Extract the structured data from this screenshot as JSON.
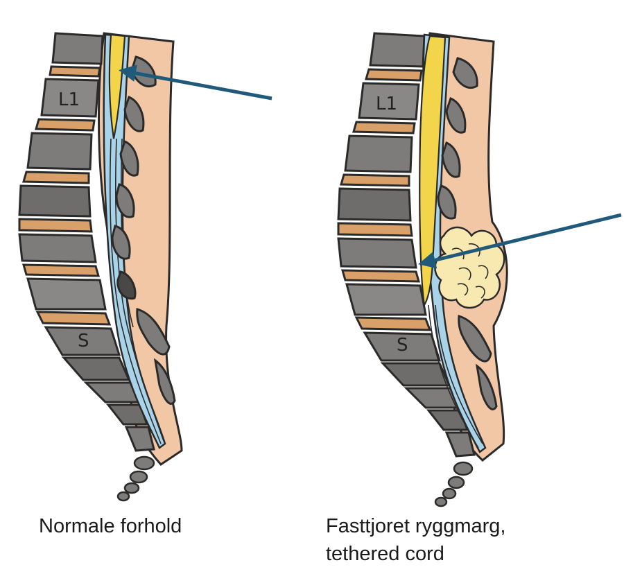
{
  "panels": [
    {
      "caption_lines": [
        "Normale forhold"
      ],
      "vertebra_labels": {
        "lumbar": "L1",
        "sacral": "S"
      }
    },
    {
      "caption_lines": [
        "Fasttjoret ryggmarg,",
        "tethered cord"
      ],
      "vertebra_labels": {
        "lumbar": "L1",
        "sacral": "S"
      }
    }
  ],
  "colors": {
    "bone": "#7d7c7a",
    "bone_dark": "#5e5c5a",
    "disc": "#d9a06a",
    "soft_tissue": "#f1c7a6",
    "csf": "#a9d3e8",
    "spinal_cord": "#f2d54a",
    "lipoma": "#f8e9b0",
    "arrow": "#1f5a7a",
    "outline": "#2a2a2a"
  }
}
